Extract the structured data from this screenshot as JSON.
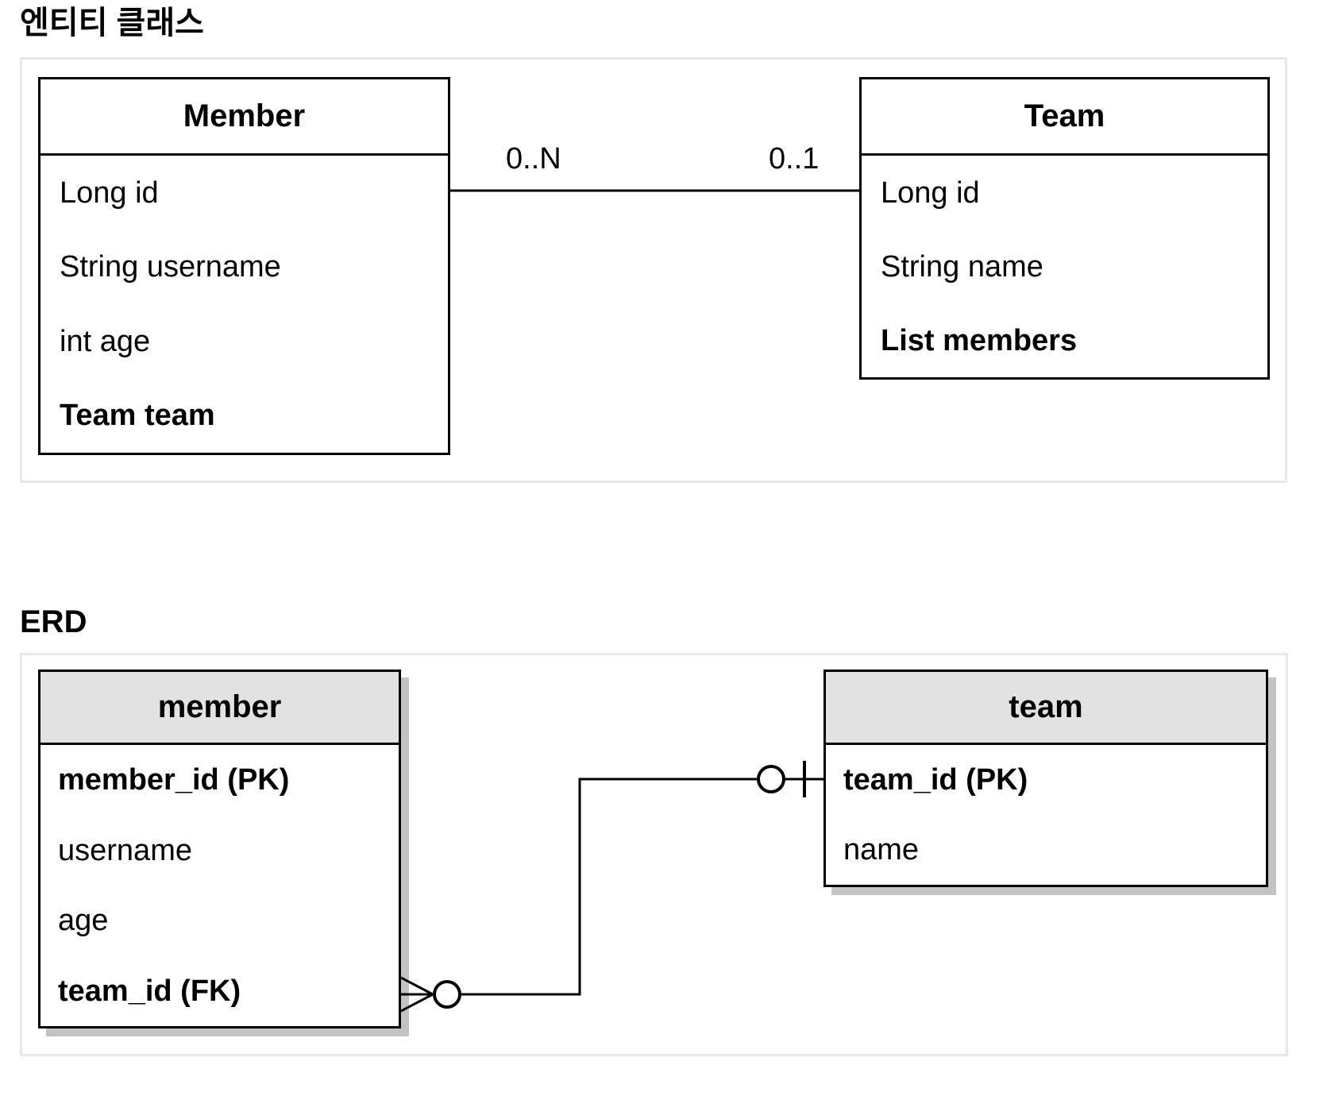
{
  "colors": {
    "line": "#000000",
    "panel_border": "#e8e8e8",
    "erd_header_bg": "#e2e2e2",
    "erd_shadow": "#c3c3c3",
    "background": "#ffffff",
    "text": "#000000"
  },
  "sections": [
    {
      "title": "엔티티 클래스",
      "type": "uml-class-diagram",
      "classes": [
        {
          "name": "Member",
          "attributes": [
            {
              "text": "Long id",
              "bold": false
            },
            {
              "text": "String username",
              "bold": false
            },
            {
              "text": "int age",
              "bold": false
            },
            {
              "text": "Team team",
              "bold": true
            }
          ]
        },
        {
          "name": "Team",
          "attributes": [
            {
              "text": "Long id",
              "bold": false
            },
            {
              "text": "String name",
              "bold": false
            },
            {
              "text": "List members",
              "bold": true
            }
          ]
        }
      ],
      "relationship": {
        "member_cardinality": "0..N",
        "team_cardinality": "0..1"
      }
    },
    {
      "title": "ERD",
      "type": "erd-diagram",
      "tables": [
        {
          "name": "member",
          "columns": [
            {
              "text": "member_id (PK)",
              "bold": true
            },
            {
              "text": "username",
              "bold": false
            },
            {
              "text": "age",
              "bold": false
            },
            {
              "text": "team_id (FK)",
              "bold": true
            }
          ]
        },
        {
          "name": "team",
          "columns": [
            {
              "text": "team_id (PK)",
              "bold": true
            },
            {
              "text": "name",
              "bold": false
            }
          ]
        }
      ],
      "relationship": {
        "member_end": "zero-or-many",
        "team_end": "zero-or-one"
      }
    }
  ]
}
